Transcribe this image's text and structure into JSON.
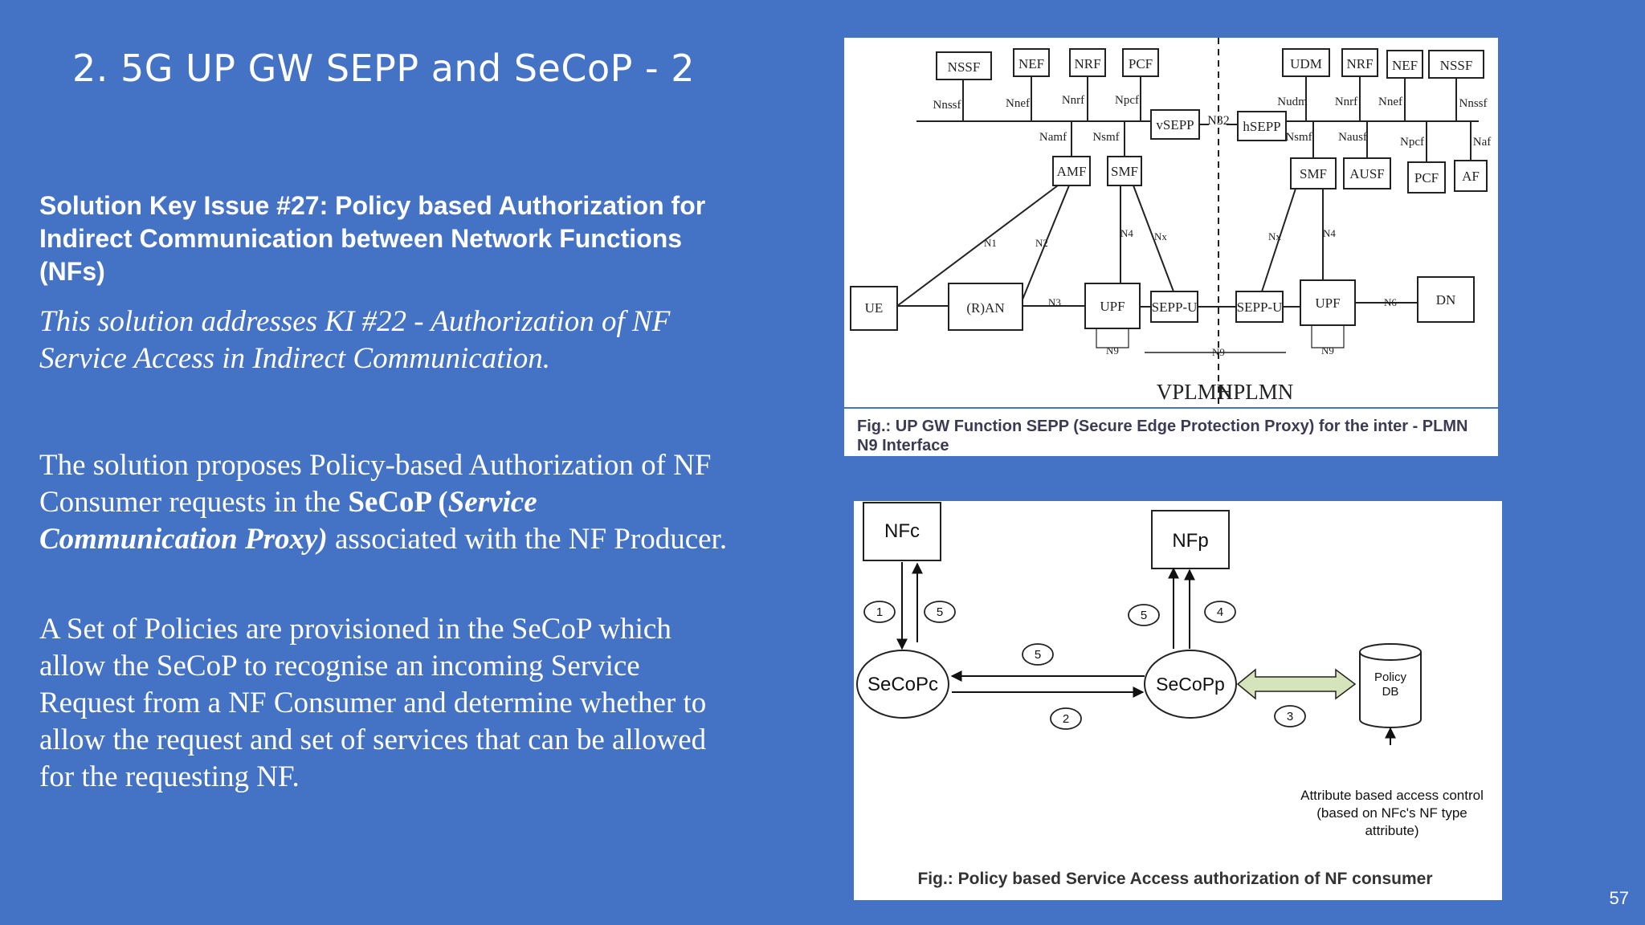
{
  "slide": {
    "title": "2. 5G UP GW SEPP and SeCoP - 2",
    "heading": "Solution Key Issue #27: Policy based Authorization for Indirect Communication between Network Functions (NFs)",
    "subtitle": "This solution addresses KI #22 - Authorization of NF Service Access in Indirect Communication.",
    "para1": {
      "t1": "The solution proposes Policy-based Authorization of NF Consumer requests in the ",
      "b1": "SeCoP (",
      "bi1": "Service Communication Proxy)",
      "t2": " associated with the NF Producer."
    },
    "para2": "A Set of Policies are provisioned in the SeCoP which allow the SeCoP to recognise an incoming Service Request from a NF Consumer and determine whether to allow the request and set of services that can be allowed for the requesting NF.",
    "page_number": "57"
  },
  "figure1": {
    "caption": "Fig.:  UP GW Function SEPP (Secure Edge Protection Proxy) for the inter - PLMN N9 Interface",
    "nodes": {
      "nssf_v": "NSSF",
      "nef_v": "NEF",
      "nrf_v": "NRF",
      "pcf_v": "PCF",
      "vsepp": "vSEPP",
      "hsepp": "hSEPP",
      "udm_h": "UDM",
      "nrf_h": "NRF",
      "nef_h": "NEF",
      "nssf_h": "NSSF",
      "amf": "AMF",
      "smf_v": "SMF",
      "smf_h": "SMF",
      "ausf": "AUSF",
      "pcf_h": "PCF",
      "af": "AF",
      "ue": "UE",
      "ran": "(R)AN",
      "upf_v": "UPF",
      "seppu_v": "SEPP-U",
      "seppu_h": "SEPP-U",
      "upf_h": "UPF",
      "dn": "DN"
    },
    "labels": {
      "nnssf_v": "Nnssf",
      "nnef_v": "Nnef",
      "nnrf_v": "Nnrf",
      "npcf_v": "Npcf",
      "namf": "Namf",
      "nsmf_v": "Nsmf",
      "n32": "N32",
      "nudm": "Nudm",
      "nnrf_h": "Nnrf",
      "nnef_h": "Nnef",
      "nnssf_h": "Nnssf",
      "nsmf_h": "Nsmf",
      "nausf": "Nausf",
      "npcf_h": "Npcf",
      "naf": "Naf",
      "n1": "N1",
      "n2": "N2",
      "n3": "N3",
      "n4_v": "N4",
      "nx_v": "Nx",
      "nx_h": "Nx",
      "n4_h": "N4",
      "n6": "N6",
      "n9_v": "N9",
      "n9_mid": "N9",
      "n9_h": "N9"
    },
    "vplmn": "VPLMN",
    "hplmn": "HPLMN"
  },
  "figure2": {
    "caption": "Fig.: Policy based Service Access authorization of NF consumer",
    "nodes": {
      "nfc": "NFc",
      "nfp": "NFp",
      "secopc": "SeCoPc",
      "secopp": "SeCoPp",
      "db_line1": "Policy",
      "db_line2": "DB"
    },
    "steps": {
      "s1": "1",
      "s5a": "5",
      "s5b": "5",
      "s4": "4",
      "s5c": "5",
      "s2": "2",
      "s3": "3"
    },
    "note": {
      "line1": "Attribute based access control",
      "line2": "(based on NFc's NF type",
      "line3": "attribute)"
    }
  }
}
